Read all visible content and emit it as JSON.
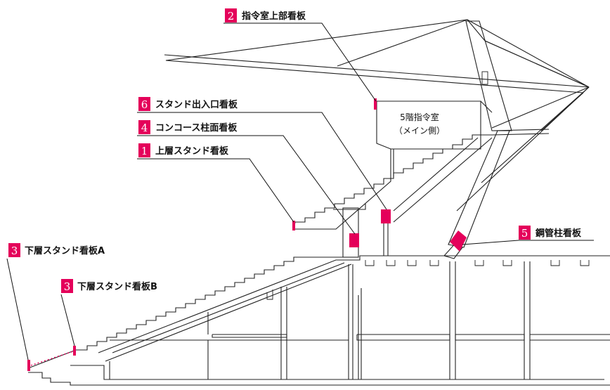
{
  "accent": "#e4005a",
  "labels": [
    {
      "num": "2",
      "text": "指令室上部看板"
    },
    {
      "num": "6",
      "text": "スタンド出入口看板"
    },
    {
      "num": "4",
      "text": "コンコース柱面看板"
    },
    {
      "num": "1",
      "text": "上層スタンド看板"
    },
    {
      "num": "3",
      "text": "下層スタンド看板A"
    },
    {
      "num": "3",
      "text": "下層スタンド看板B"
    },
    {
      "num": "5",
      "text": "鋼管柱看板"
    }
  ],
  "room": {
    "line1": "5階指令室",
    "line2": "（メイン側）"
  }
}
